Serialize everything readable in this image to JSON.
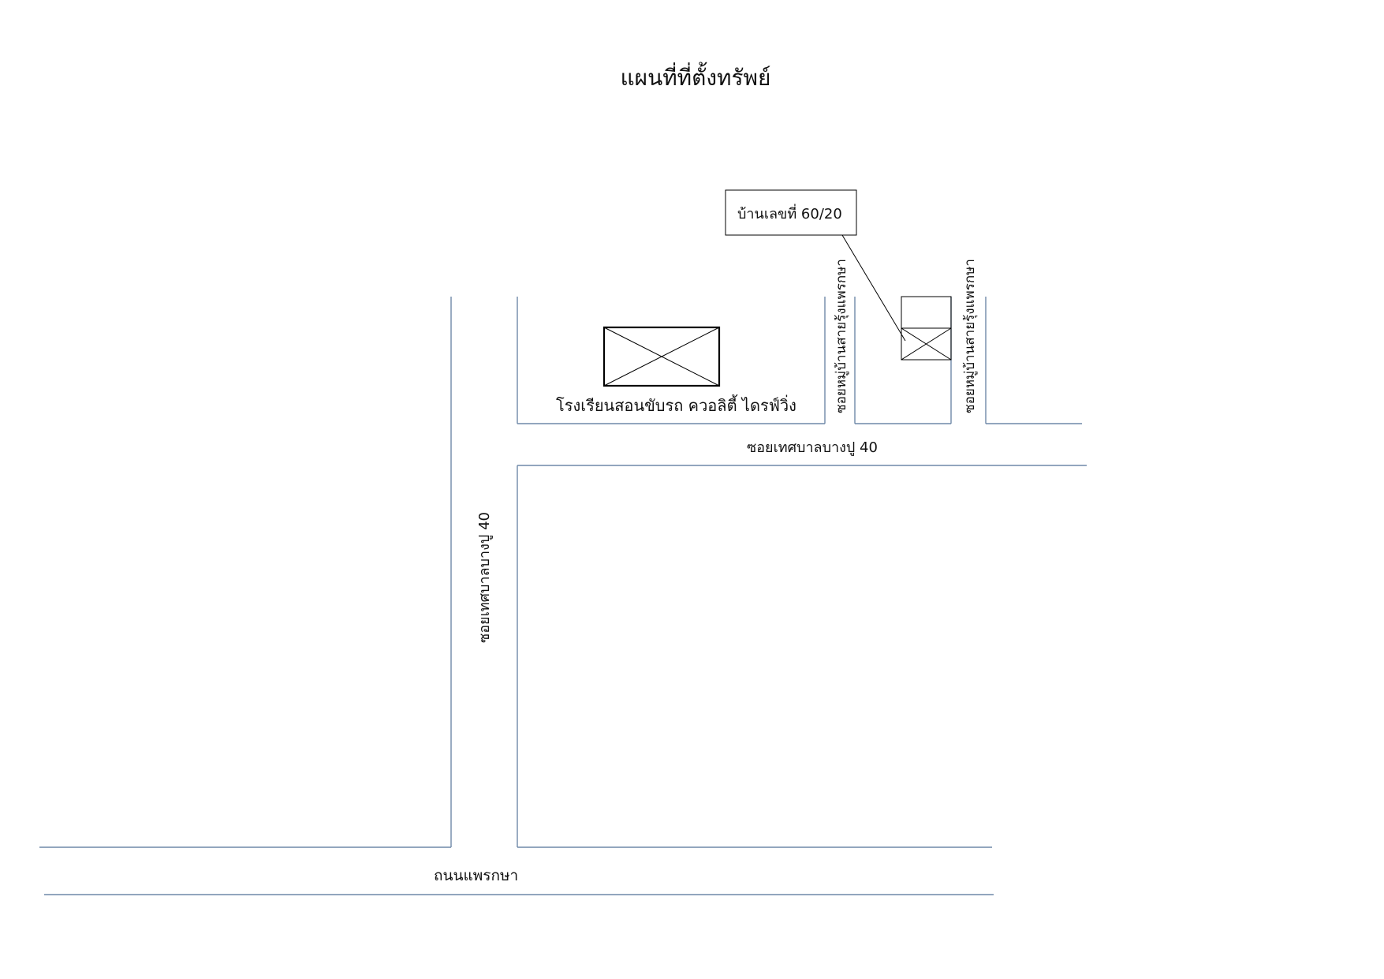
{
  "title": "แผนที่ที่ตั้งทรัพย์",
  "callout": {
    "text": "บ้านเลขที่ 60/20"
  },
  "labels": {
    "school": "โรงเรียนสอนขับรถ ควอลิตี้ ไดรฟ์วิ่ง",
    "soi_horizontal": "ซอยเทศบาลบางปู 40",
    "soi_vertical": "ซอยเทศบาลบางปู 40",
    "main_road": "ถนนแพรกษา",
    "village_soi_left": "ซอยหมู่บ้านสายรุ้งแพรกษา",
    "village_soi_right": "ซอยหมู่บ้านสายรุ้งแพรกษา"
  },
  "colors": {
    "road": "#6f88a8",
    "building": "#000000",
    "text": "#111111"
  }
}
